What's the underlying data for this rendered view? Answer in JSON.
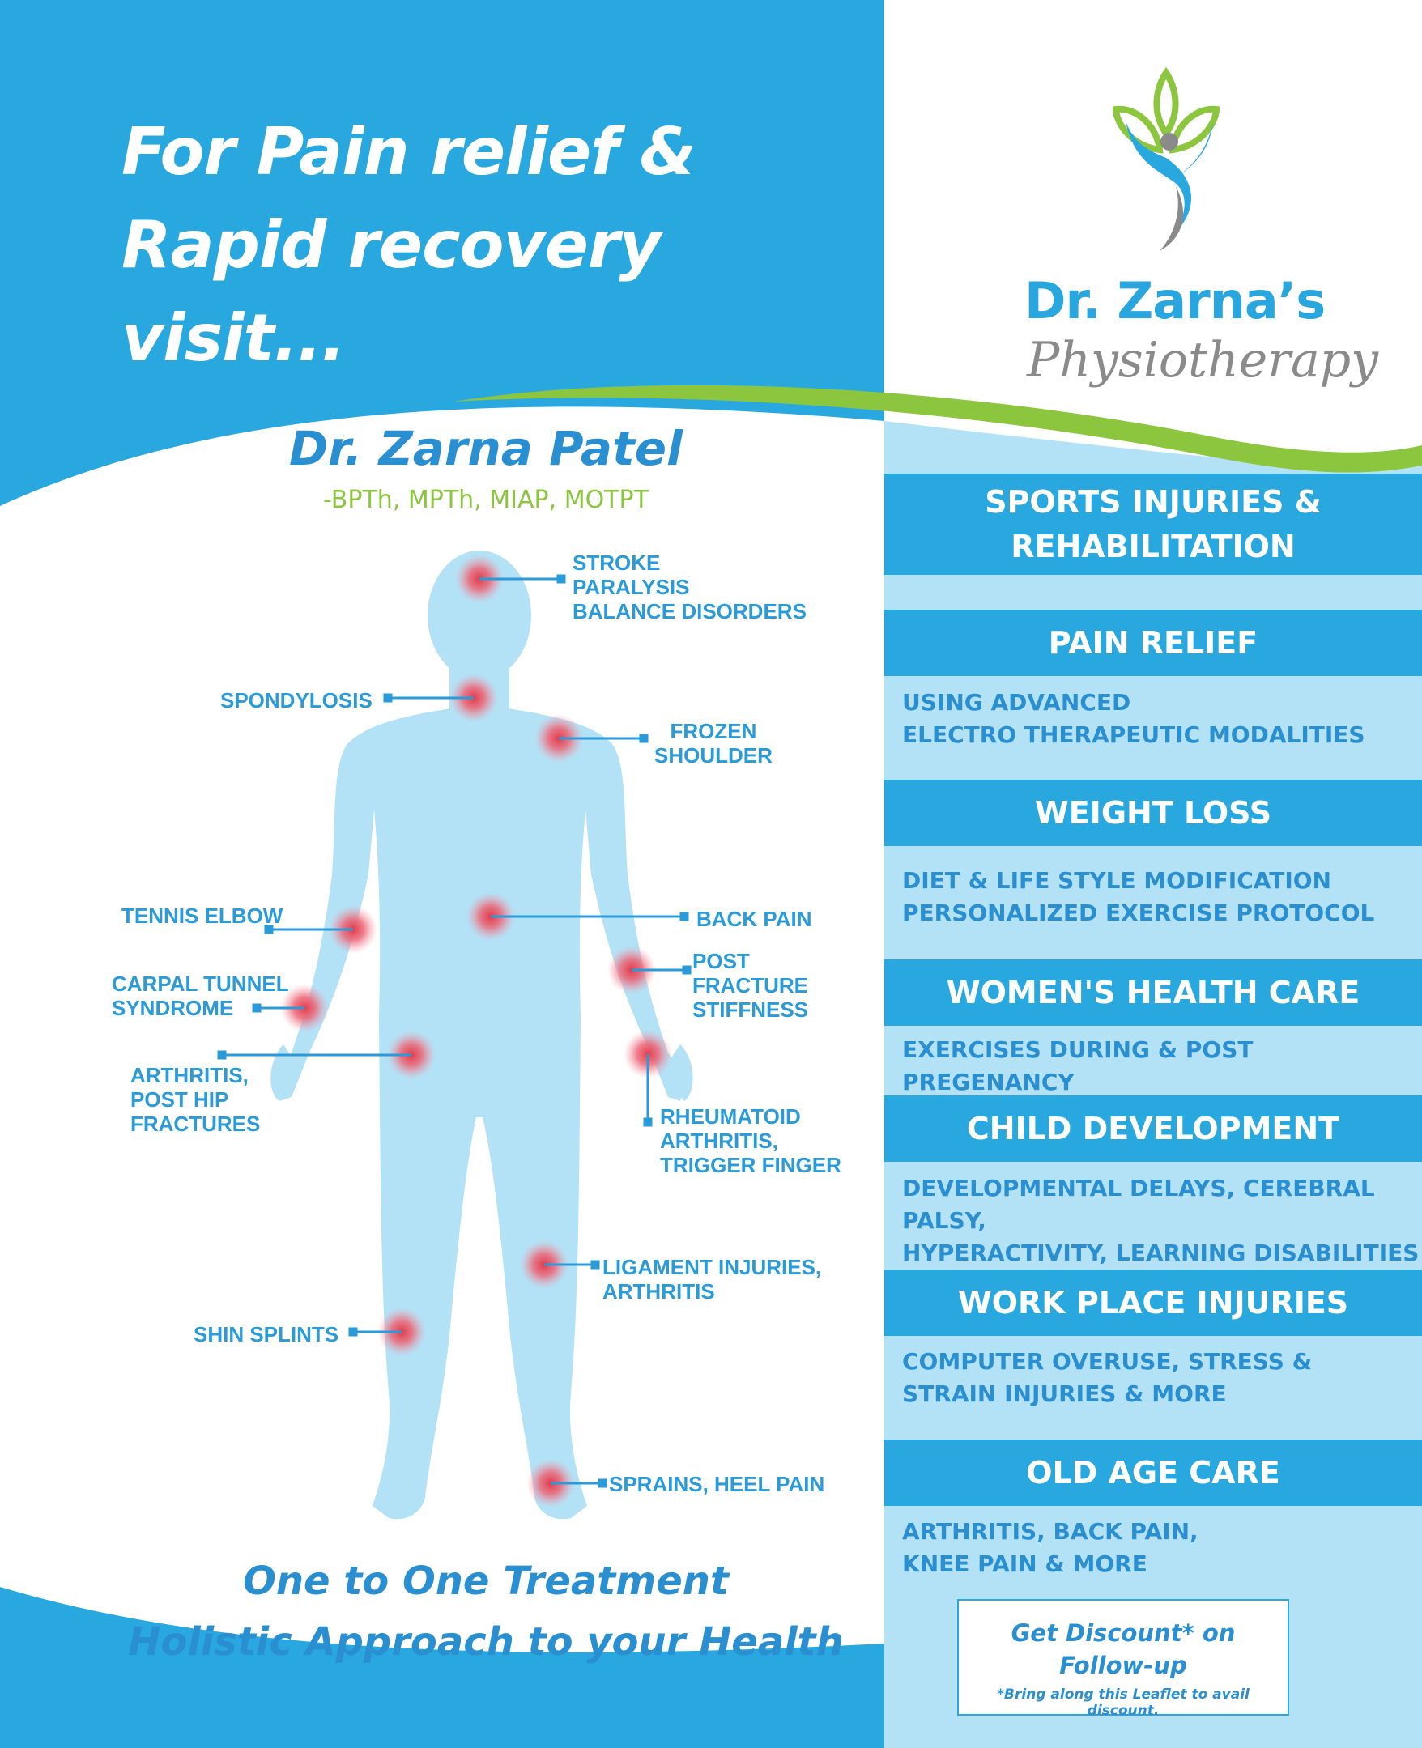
{
  "headline": {
    "line1": "For Pain relief &",
    "line2": "Rapid recovery visit..."
  },
  "brand": {
    "name": "Dr. Zarna’s",
    "subtitle": "Physiotherapy",
    "logo_icon": "leaf-person-icon"
  },
  "doctor": {
    "name": "Dr. Zarna Patel",
    "qualifications": "-BPTh, MPTh, MIAP, MOTPT"
  },
  "conditions": [
    {
      "lines": [
        "STROKE",
        "PARALYSIS",
        "BALANCE DISORDERS"
      ]
    },
    {
      "lines": [
        "SPONDYLOSIS"
      ]
    },
    {
      "lines": [
        "FROZEN",
        "SHOULDER"
      ]
    },
    {
      "lines": [
        "TENNIS ELBOW"
      ]
    },
    {
      "lines": [
        "BACK PAIN"
      ]
    },
    {
      "lines": [
        "POST",
        "FRACTURE",
        "STIFFNESS"
      ]
    },
    {
      "lines": [
        "CARPAL TUNNEL",
        "SYNDROME"
      ]
    },
    {
      "lines": [
        "ARTHRITIS,",
        "POST HIP",
        "FRACTURES"
      ]
    },
    {
      "lines": [
        "RHEUMATOID",
        "ARTHRITIS,",
        "TRIGGER FINGER"
      ]
    },
    {
      "lines": [
        "LIGAMENT INJURIES,",
        "ARTHRITIS"
      ]
    },
    {
      "lines": [
        "SHIN SPLINTS"
      ]
    },
    {
      "lines": [
        "SPRAINS, HEEL PAIN"
      ]
    }
  ],
  "services": [
    {
      "title": "SPORTS INJURIES &\nREHABILITATION",
      "desc": ""
    },
    {
      "title": "PAIN RELIEF",
      "desc": "USING ADVANCED\nELECTRO THERAPEUTIC MODALITIES"
    },
    {
      "title": "WEIGHT LOSS",
      "desc": "DIET & LIFE STYLE MODIFICATION\nPERSONALIZED EXERCISE PROTOCOL"
    },
    {
      "title": "WOMEN'S HEALTH CARE",
      "desc": "EXERCISES DURING & POST PREGENANCY"
    },
    {
      "title": "CHILD DEVELOPMENT",
      "desc": "DEVELOPMENTAL DELAYS, CEREBRAL PALSY,\nHYPERACTIVITY, LEARNING DISABILITIES"
    },
    {
      "title": "WORK PLACE INJURIES",
      "desc": "COMPUTER OVERUSE, STRESS &\nSTRAIN INJURIES & MORE"
    },
    {
      "title": "OLD AGE CARE",
      "desc": "ARTHRITIS, BACK PAIN,\nKNEE PAIN & MORE"
    }
  ],
  "taglines": {
    "line1": "One to One Treatment",
    "line2": "Holistic Approach to your Health"
  },
  "discount": {
    "main": "Get Discount* on\nFollow-up",
    "note": "*Bring along this Leaflet to avail discount."
  },
  "colors": {
    "primary": "#29a8e0",
    "light": "#b3e1f6",
    "green": "#8cc63f",
    "pain": "#e23a4a",
    "grey": "#8a8a8a"
  }
}
